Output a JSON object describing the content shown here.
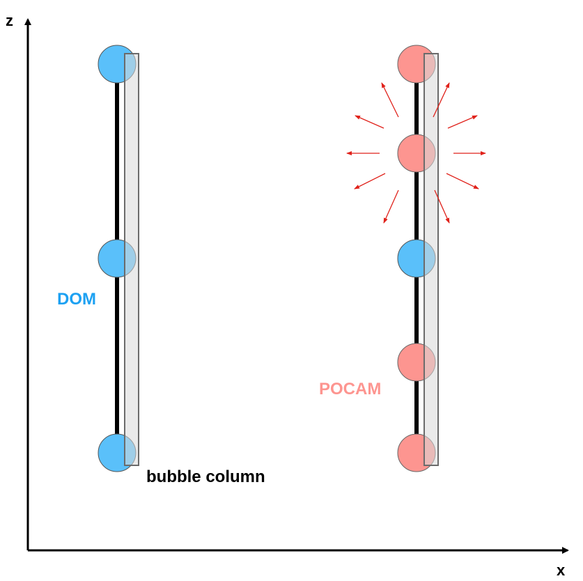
{
  "axes": {
    "x_label": "x",
    "z_label": "z"
  },
  "labels": {
    "dom": "DOM",
    "pocam": "POCAM",
    "bubble_column": "bubble column"
  },
  "colors": {
    "dom": "#5ac0fa",
    "pocam": "#fd9590",
    "arrow": "#e0221b",
    "string": "#000000",
    "column_fill": "#e4e4e4",
    "column_stroke": "#6b6b6b"
  },
  "strings": [
    {
      "name": "left-string",
      "modules": [
        "DOM",
        "DOM",
        "DOM"
      ]
    },
    {
      "name": "right-string",
      "modules": [
        "POCAM",
        "POCAM (flashing)",
        "DOM",
        "POCAM",
        "POCAM"
      ]
    }
  ]
}
